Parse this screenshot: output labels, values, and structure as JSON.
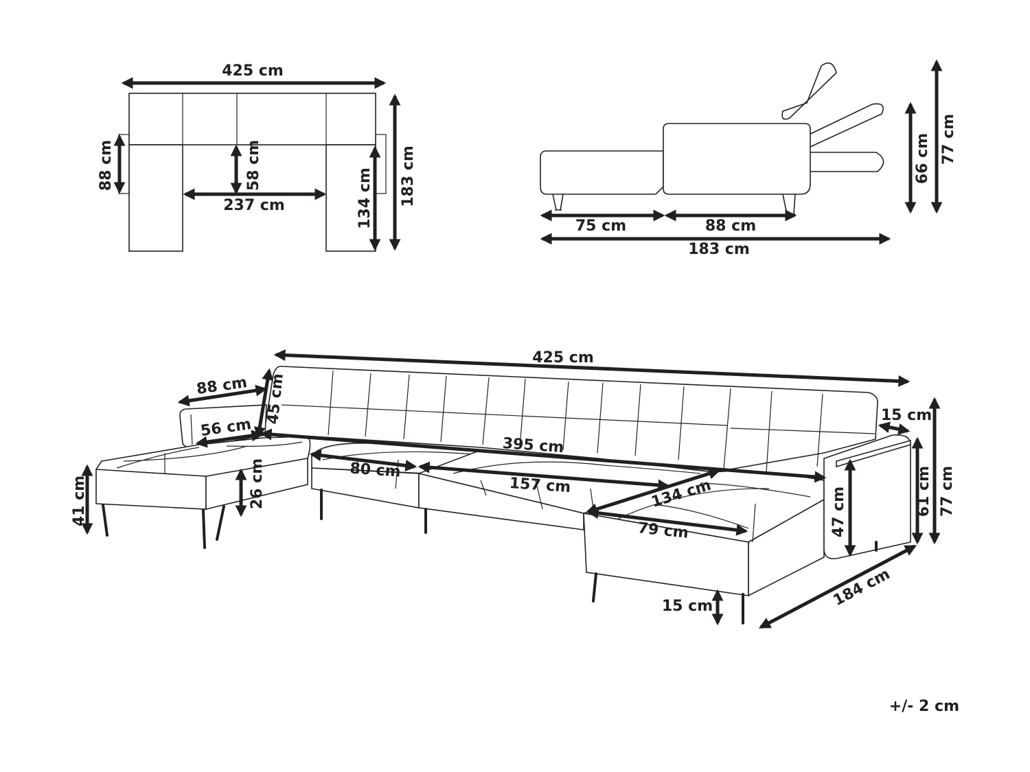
{
  "top_view": {
    "width": "425 cm",
    "chaise_depth": "88 cm",
    "seat_depth": "58 cm",
    "middle_width": "237 cm",
    "chaise_length": "134 cm",
    "total_depth": "183 cm"
  },
  "side_view": {
    "front_part": "75 cm",
    "back_part": "88 cm",
    "total_depth": "183 cm",
    "height_flat": "66 cm",
    "height_upright": "77 cm"
  },
  "perspective_view": {
    "total_width": "425  cm",
    "armrest_length": "88 cm",
    "backrest_height": "45 cm",
    "left_seat_depth": "56 cm",
    "leg_height_left": "41 cm",
    "seat_thickness": "26 cm",
    "seat_width": "395  cm",
    "module_width": "80 cm",
    "middle_width": "157 cm",
    "chaise_length": "134 cm",
    "chaise_width": "79 cm",
    "armrest_width": "15 cm",
    "armrest_height": "47 cm",
    "seat_height": "61 cm",
    "total_height": "77 cm",
    "total_depth": "184 cm",
    "leg_height": "15 cm"
  },
  "tolerance": "+/- 2 cm"
}
